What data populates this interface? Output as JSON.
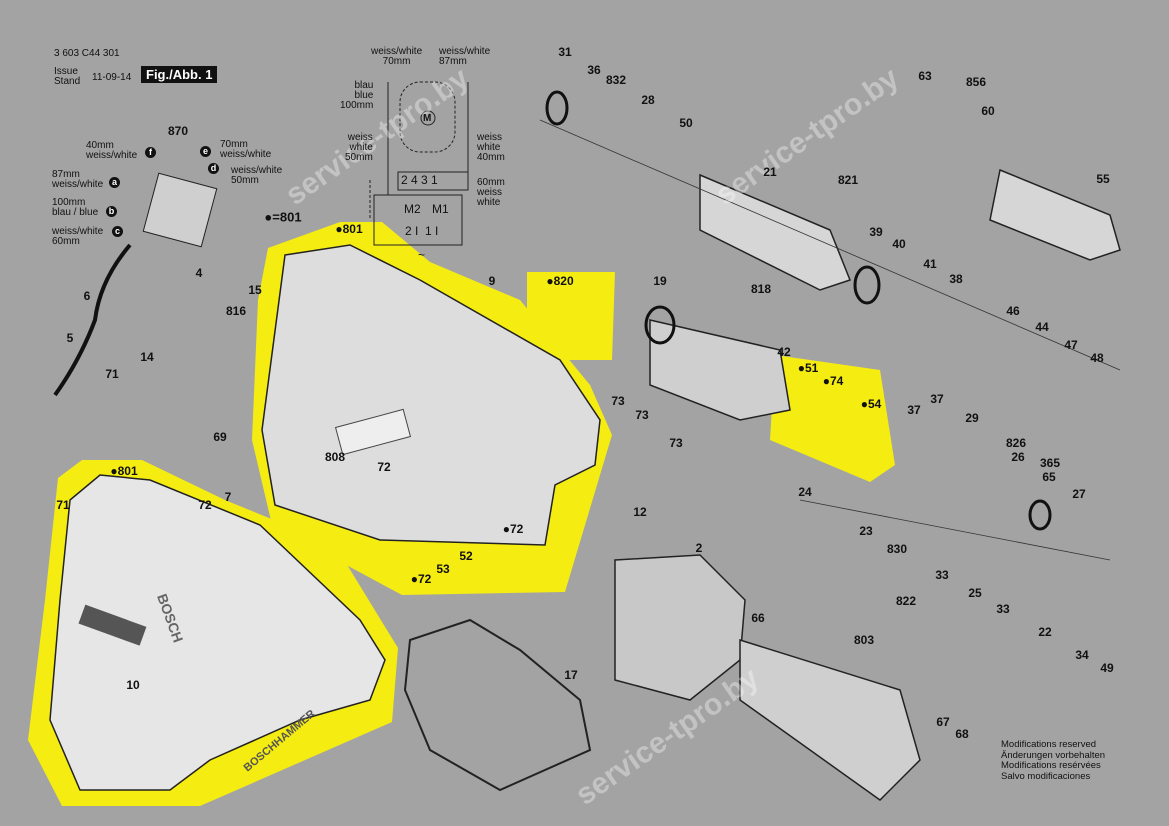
{
  "header": {
    "part_number": "3 603 C44 301",
    "issue_label": "Issue",
    "stand_label": "Stand",
    "date": "11-09-14",
    "figure": "Fig./Abb. 1"
  },
  "legend": {
    "dot_equals": "●=801"
  },
  "wiring": {
    "top_left": "weiss/white\n70mm",
    "top_right": "weiss/white\n87mm",
    "blue": "blau\nblue\n100mm",
    "white50": "weiss\nwhite\n50mm",
    "white40": "weiss\nwhite\n40mm",
    "white60": "60mm\nweiss\nwhite",
    "motor": "M",
    "terminals": "2 4 3 1",
    "m2": "M2",
    "m1": "M1",
    "inputs": "2 I  1 I",
    "ac": "~"
  },
  "switch": {
    "f": "40mm\nweiss/white",
    "e": "70mm\nweiss/white",
    "d": "weiss/white\n50mm",
    "a": "87mm\nweiss/white",
    "b": "100mm\nblau / blue",
    "c": "weiss/white\n60mm",
    "letters": [
      "a",
      "b",
      "c",
      "d",
      "e",
      "f"
    ]
  },
  "parts": [
    "31",
    "36",
    "832",
    "28",
    "50",
    "21",
    "821",
    "63",
    "856",
    "60",
    "55",
    "39",
    "40",
    "41",
    "38",
    "46",
    "44",
    "47",
    "48",
    "19",
    "818",
    "42",
    "●51",
    "●74",
    "●54",
    "37",
    "37",
    "29",
    "826",
    "26",
    "365",
    "65",
    "27",
    "24",
    "23",
    "830",
    "33",
    "822",
    "25",
    "33",
    "22",
    "34",
    "49",
    "66",
    "803",
    "67",
    "68",
    "73",
    "73",
    "73",
    "2",
    "12",
    "17",
    "●801",
    "9",
    "●820",
    "15",
    "816",
    "14",
    "71",
    "69",
    "808",
    "72",
    "7",
    "72",
    "●801",
    "71",
    "52",
    "53",
    "●72",
    "●72",
    "10",
    "6",
    "5",
    "4",
    "870"
  ],
  "brand": {
    "bosch": "BOSCH",
    "model": "BOSCHHAMMER"
  },
  "watermark": "service-tpro.by",
  "modifications": [
    "Modifications reserved",
    "Änderungen vorbehalten",
    "Modifications resérvées",
    "Salvo modificaciones"
  ]
}
